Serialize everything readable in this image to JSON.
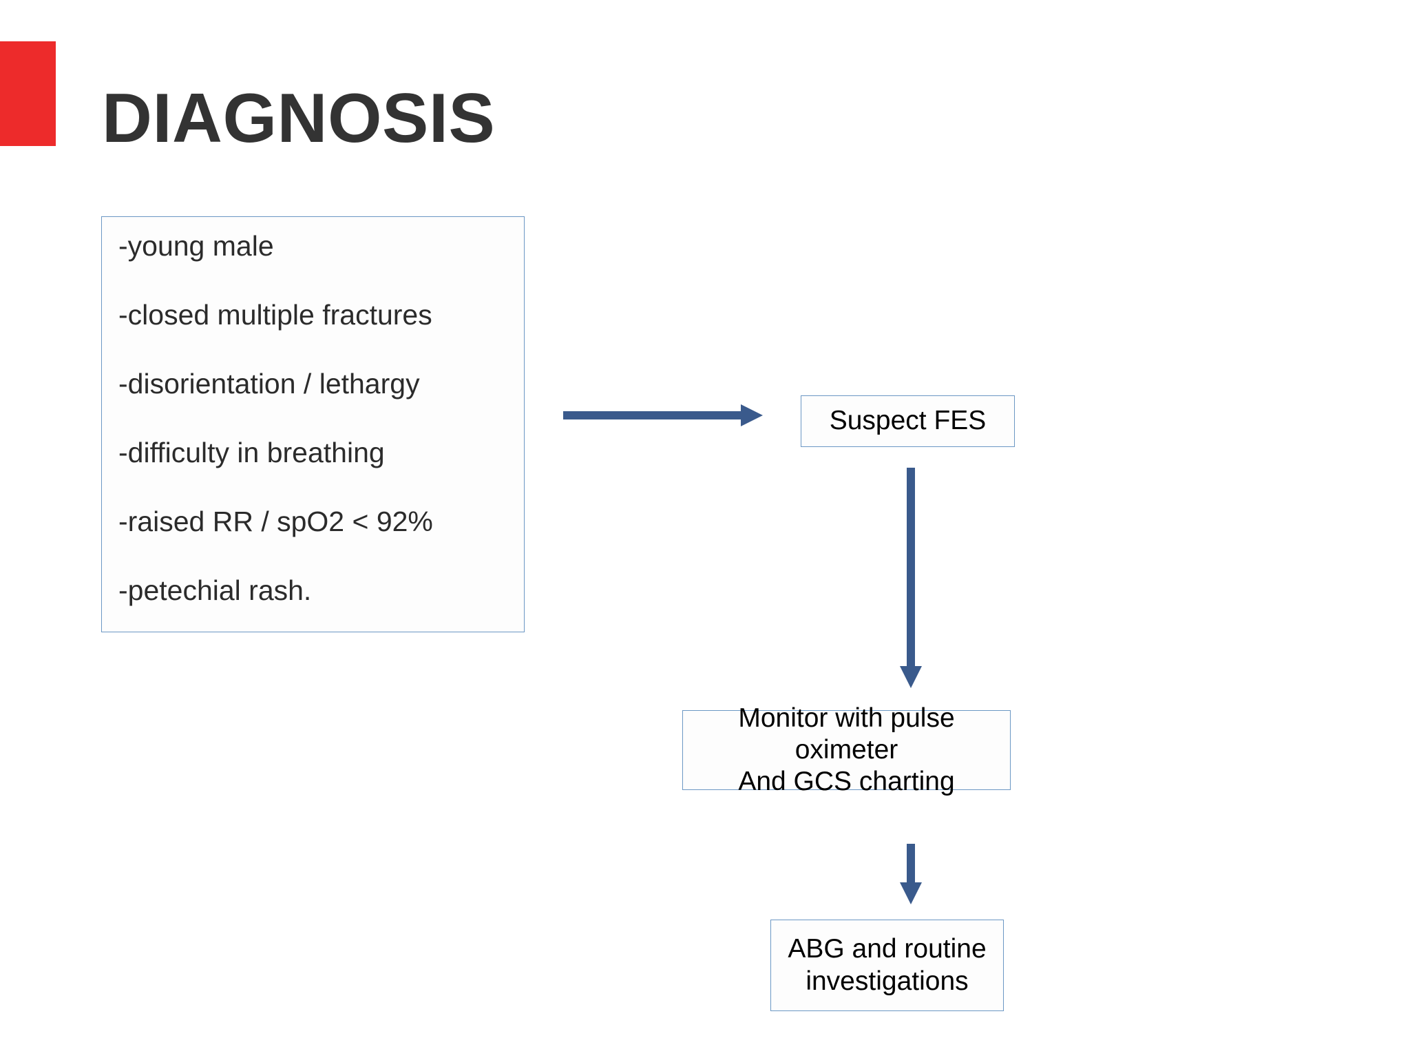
{
  "slide": {
    "title": "DIAGNOSIS",
    "accent_color": "#ED2B2B",
    "title_color": "#333333",
    "background_color": "#FFFFFF",
    "box_border_color": "#6B97C4",
    "arrow_color": "#3A5A8C"
  },
  "findings": {
    "items": [
      "-young male",
      "-closed multiple fractures",
      "-disorientation / lethargy",
      "-difficulty in breathing",
      "-raised RR / spO2 < 92%",
      "-petechial rash."
    ]
  },
  "flow": {
    "nodes": [
      {
        "id": "suspect-fes",
        "label": "Suspect FES"
      },
      {
        "id": "monitor",
        "label": "Monitor with pulse oximeter And GCS charting",
        "line1": "Monitor with pulse oximeter",
        "line2": "And GCS charting"
      },
      {
        "id": "abg",
        "label": "ABG and routine investigations",
        "line1": "ABG and routine",
        "line2": "investigations"
      }
    ],
    "arrows": [
      {
        "id": "list-to-fes",
        "direction": "right"
      },
      {
        "id": "fes-to-monitor",
        "direction": "down"
      },
      {
        "id": "monitor-to-abg",
        "direction": "down"
      }
    ]
  }
}
